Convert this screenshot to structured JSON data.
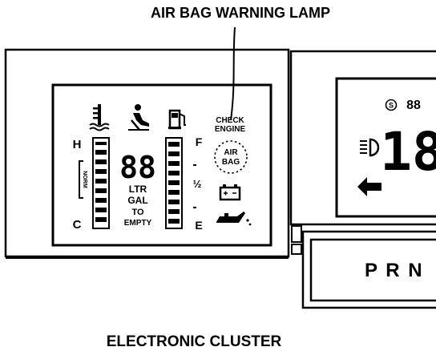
{
  "callout": {
    "title": "AIR BAG WARNING LAMP"
  },
  "caption": "ELECTRONIC CLUSTER",
  "left_cluster": {
    "temp_hot": "H",
    "temp_cold": "C",
    "temp_norm": "NORM",
    "digits": "88",
    "unit_lines": [
      "LTR",
      "GAL",
      "TO",
      "EMPTY"
    ],
    "fuel_full": "F",
    "fuel_half": "½",
    "fuel_empty": "E",
    "check_engine_lines": [
      "CHECK",
      "ENGINE"
    ],
    "airbag_lines": [
      "AIR",
      "BAG"
    ],
    "icons": [
      "coolant-temp-icon",
      "seatbelt-icon",
      "fuel-pump-icon",
      "battery-icon",
      "oil-can-icon"
    ]
  },
  "right_cluster": {
    "top_digits": "88",
    "s_symbol": "S",
    "big_digits": "18",
    "gear_letters": "P R N",
    "icons": [
      "headlamp-icon",
      "left-arrow-icon"
    ]
  }
}
